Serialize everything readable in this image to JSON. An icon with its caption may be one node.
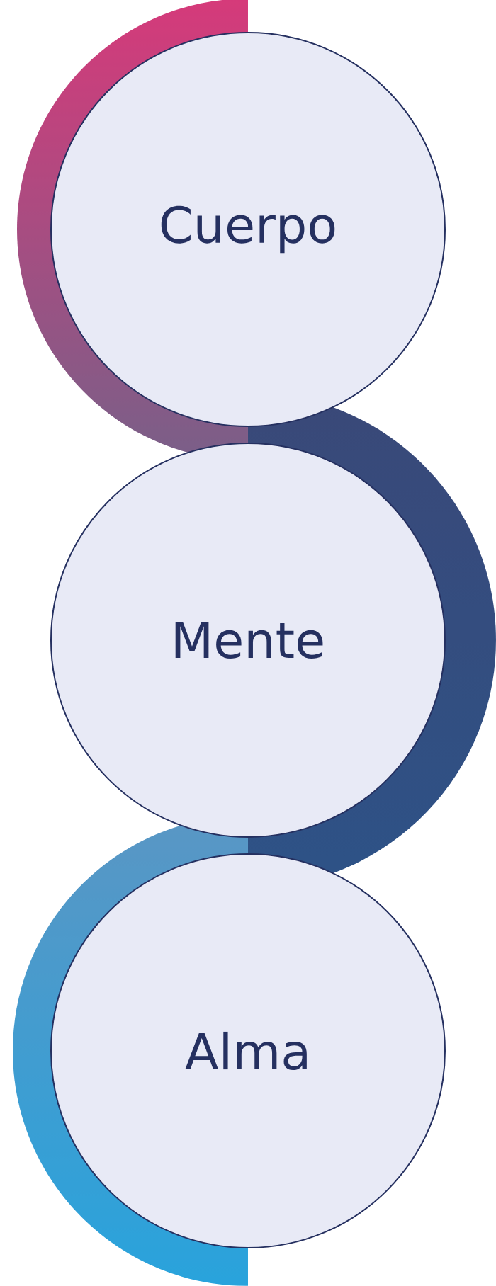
{
  "diagram": {
    "nodes": [
      {
        "text": [
          "Cuerpo"
        ]
      },
      {
        "text": [
          "Mente"
        ]
      },
      {
        "text": [
          "Alma"
        ]
      }
    ]
  }
}
